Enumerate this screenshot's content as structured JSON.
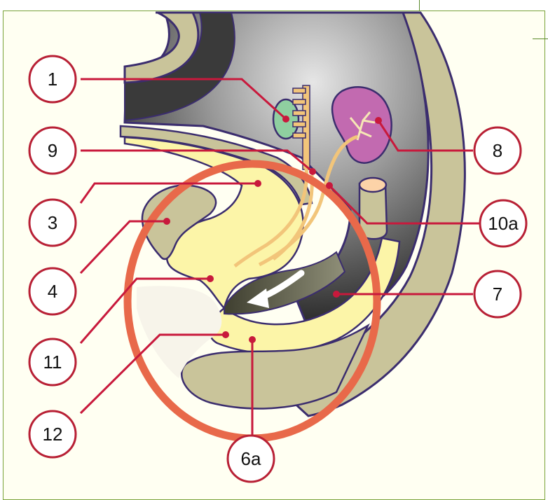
{
  "labels": {
    "one": "1",
    "nine": "9",
    "three": "3",
    "four": "4",
    "eleven": "11",
    "twelve": "12",
    "eight": "8",
    "ten_a": "10a",
    "seven": "7",
    "six_a": "6a"
  },
  "colors": {
    "body_wall": "#c9c49a",
    "outline": "#3b2d6e",
    "yolk_yellow": "#fcf5a8",
    "gut_dark": "#4a4a4a",
    "gut_light": "#d4d4d4",
    "leader_line": "#c8193c",
    "callout_border": "#b82035",
    "highlight_circle": "#e8694a",
    "kidney_pink": "#c26ab0",
    "gonad_green": "#8fcfa0",
    "nerve_tan": "#f2c57a",
    "panel_bg": "#fffff2",
    "frame_green": "#7aa33a"
  },
  "icons": {
    "arrow": "white-curved-arrow-icon"
  }
}
